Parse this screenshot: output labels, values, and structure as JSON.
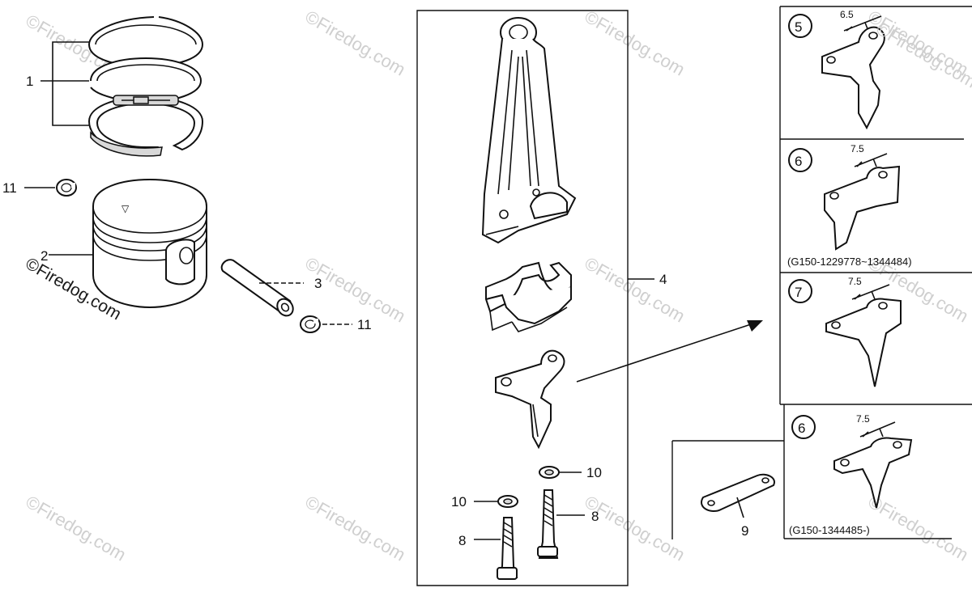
{
  "labels": {
    "p1": "1",
    "p2": "2",
    "p3": "3",
    "p4": "4",
    "p8a": "8",
    "p8b": "8",
    "p9": "9",
    "p10a": "10",
    "p10b": "10",
    "p11a": "11",
    "p11b": "11"
  },
  "variants": [
    {
      "num": "5",
      "dim": "6.5",
      "code": ""
    },
    {
      "num": "6",
      "dim": "7.5",
      "code": "(G150-1229778~1344484)"
    },
    {
      "num": "7",
      "dim": "7.5",
      "code": ""
    },
    {
      "num": "6",
      "dim": "7.5",
      "code": "(G150-1344485-)"
    }
  ],
  "watermark": {
    "text": "©Firedog.com",
    "text_dark": "©Firedog.com"
  }
}
